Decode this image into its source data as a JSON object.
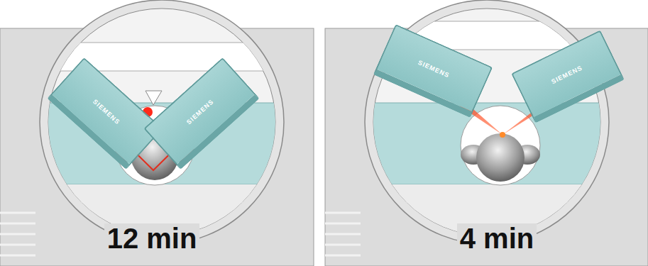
{
  "diagram": {
    "nodes": [
      {
        "text": [
          "SIEMENS"
        ]
      },
      {
        "text": [
          "SIEMENS"
        ]
      },
      {
        "text": [
          "SIEMENS"
        ]
      },
      {
        "text": [
          "SIEMENS"
        ]
      }
    ],
    "labels": [
      "12 min",
      "4 min"
    ]
  }
}
